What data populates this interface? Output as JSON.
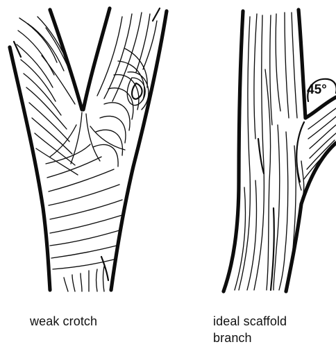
{
  "labels": {
    "left_caption": "weak crotch",
    "right_caption_line1": "ideal scaffold",
    "right_caption_line2": "branch",
    "angle": "45°"
  },
  "colors": {
    "ink": "#0d0d0d",
    "background": "#ffffff"
  }
}
